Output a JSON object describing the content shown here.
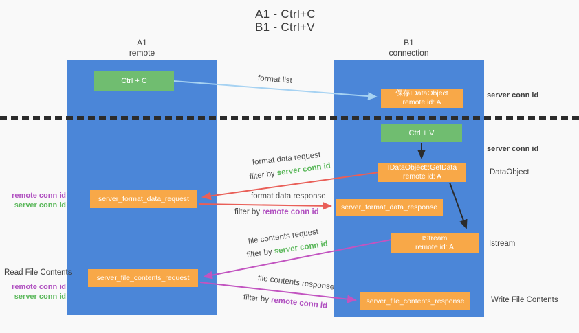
{
  "title": {
    "line1": "A1 - Ctrl+C",
    "line2": "B1 - Ctrl+V"
  },
  "columns": {
    "left": {
      "id": "A1",
      "subtitle": "remote"
    },
    "right": {
      "id": "B1",
      "subtitle": "connection"
    }
  },
  "nodes": {
    "ctrl_c": "Ctrl + C",
    "save_dataobject": {
      "line1": "保存IDataObject",
      "line2": "remote id: A"
    },
    "ctrl_v": "Ctrl + V",
    "getdata": {
      "line1": "IDataObject::GetData",
      "line2": "remote id: A"
    },
    "format_request": "server_format_data_request",
    "format_response": "server_format_data_response",
    "istream": {
      "line1": "IStream",
      "line2": "remote id: A"
    },
    "file_request": "server_file_contents_request",
    "file_response": "server_file_contents_response"
  },
  "flow_labels": {
    "format_list": "format list",
    "format_data_request": "format data request",
    "format_data_response": "format data response",
    "file_contents_request": "file contents request",
    "file_contents_response": "file contents response",
    "filter_by": "filter by ",
    "server_conn_id": "server conn id",
    "remote_conn_id": "remote conn id"
  },
  "side_labels": {
    "server_conn_id_top": "server conn id",
    "server_conn_id_mid": "server conn id",
    "dataobject": "DataObject",
    "istream": "Istream",
    "write_file_contents": "Write File Contents",
    "read_file_contents": "Read File Contents",
    "remote_conn_id": "remote conn id",
    "server_conn_id": "server conn id"
  },
  "colors": {
    "column_blue": "#4b86d8",
    "node_orange": "#f8a848",
    "node_green": "#70bd70",
    "arrow_light_blue": "#a6d2f2",
    "arrow_red": "#e95f58",
    "arrow_magenta": "#c254c0",
    "arrow_black": "#2b2b2b",
    "text_green": "#5cb85c",
    "text_purple": "#b050c0",
    "text_gray": "#3f3f3f",
    "background": "#f9f9f9"
  }
}
